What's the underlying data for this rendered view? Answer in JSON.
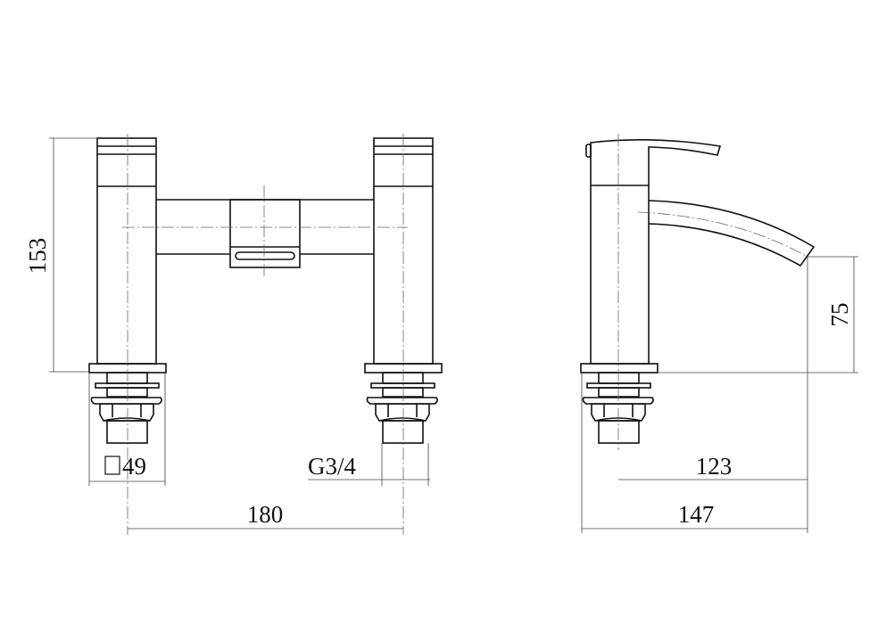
{
  "drawing": {
    "front_view": {
      "height_label": "153",
      "square_label": "49",
      "thread_label": "G3/4",
      "centres_label": "180"
    },
    "side_view": {
      "spout_height_label": "75",
      "reach_label": "123",
      "depth_label": "147"
    },
    "line_color": "#111111"
  }
}
